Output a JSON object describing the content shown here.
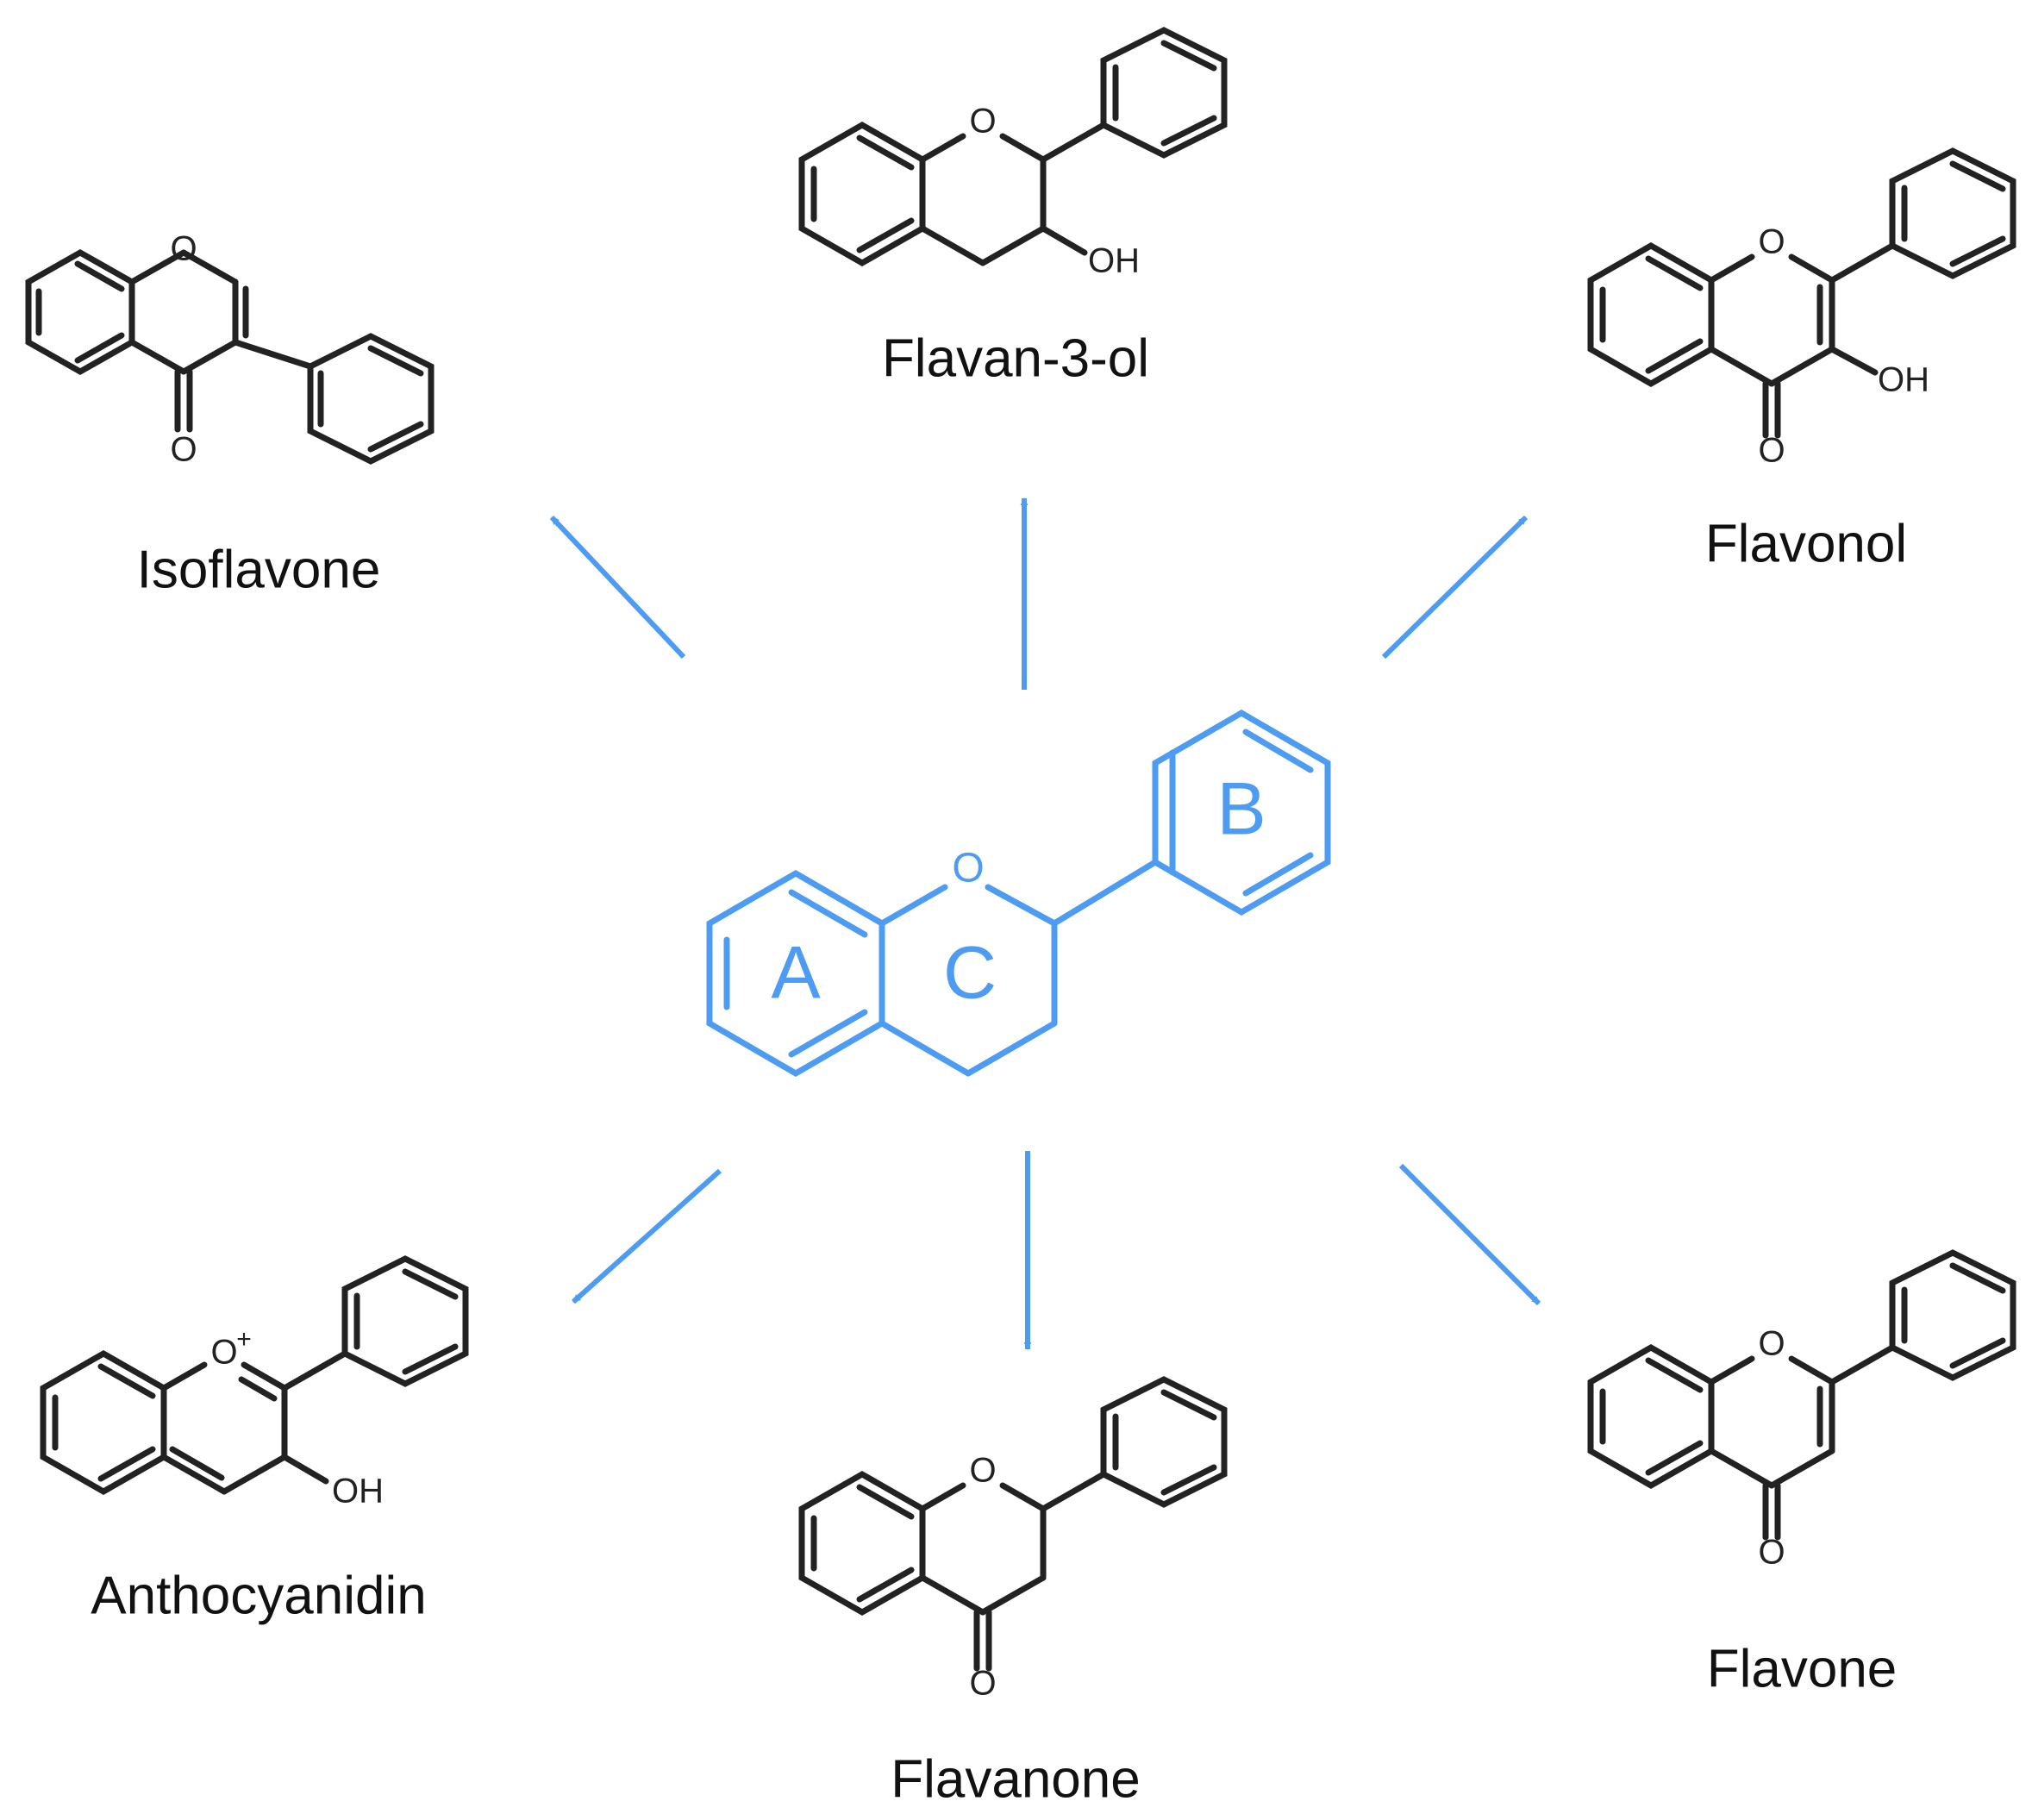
{
  "colors": {
    "core": "#4d9cf2",
    "structure": "#222222",
    "arrow": "#4d9cf2",
    "background": "#ffffff"
  },
  "core": {
    "ring_labels": [
      "A",
      "C",
      "B"
    ],
    "oxygen": "O"
  },
  "classes": [
    {
      "id": "isoflavone",
      "label": "Isoflavone",
      "atoms": [
        "O",
        "O"
      ]
    },
    {
      "id": "flavan3ol",
      "label": "Flavan-3-ol",
      "atoms": [
        "O",
        "OH"
      ]
    },
    {
      "id": "flavonol",
      "label": "Flavonol",
      "atoms": [
        "O",
        "OH",
        "O"
      ]
    },
    {
      "id": "anthocyanidin",
      "label": "Anthocyanidin",
      "atoms": [
        "O",
        "+",
        "OH"
      ]
    },
    {
      "id": "flavanone",
      "label": "Flavanone",
      "atoms": [
        "O",
        "O"
      ]
    },
    {
      "id": "flavone",
      "label": "Flavone",
      "atoms": [
        "O",
        "O"
      ]
    }
  ]
}
